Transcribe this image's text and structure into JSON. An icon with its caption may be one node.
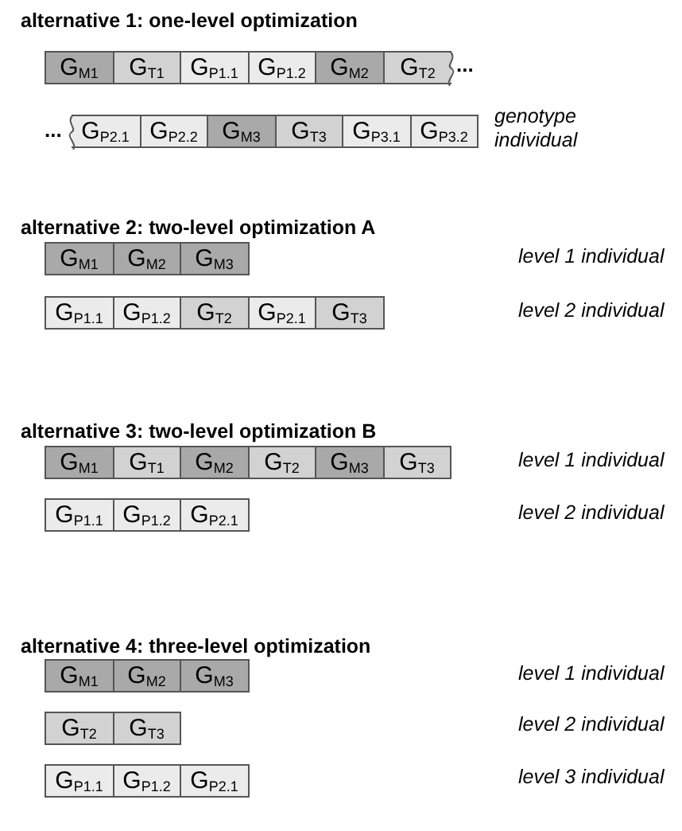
{
  "diagram": {
    "nodes": [
      {
        "text": [
          "G$_{M1}$"
        ]
      },
      {
        "text": [
          "G$_{T1}$"
        ]
      },
      {
        "text": [
          "G$_{P1.1}$"
        ]
      },
      {
        "text": [
          "G$_{P1.2}$"
        ]
      },
      {
        "text": [
          "G$_{M2}$"
        ]
      },
      {
        "text": [
          "G$_{T2}$"
        ]
      },
      {
        "text": [
          "G$_{P2.1}$"
        ]
      },
      {
        "text": [
          "G$_{P2.2}$"
        ]
      },
      {
        "text": [
          "G$_{M3}$"
        ]
      },
      {
        "text": [
          "G$_{T3}$"
        ]
      },
      {
        "text": [
          "G$_{P3.1}$"
        ]
      },
      {
        "text": [
          "G$_{P3.2}$"
        ]
      },
      {
        "text": [
          "G$_{M1}$"
        ]
      },
      {
        "text": [
          "G$_{M2}$"
        ]
      },
      {
        "text": [
          "G$_{M3}$"
        ]
      },
      {
        "text": [
          "G$_{P1.1}$"
        ]
      },
      {
        "text": [
          "G$_{P1.2}$"
        ]
      },
      {
        "text": [
          "G$_{T2}$"
        ]
      },
      {
        "text": [
          "G$_{P2.1}$"
        ]
      },
      {
        "text": [
          "G$_{T3}$"
        ]
      },
      {
        "text": [
          "G$_{M1}$"
        ]
      },
      {
        "text": [
          "G$_{T1}$"
        ]
      },
      {
        "text": [
          "G$_{M2}$"
        ]
      },
      {
        "text": [
          "G$_{T2}$"
        ]
      },
      {
        "text": [
          "G$_{M3}$"
        ]
      },
      {
        "text": [
          "G$_{T3}$"
        ]
      },
      {
        "text": [
          "G$_{P1.1}$"
        ]
      },
      {
        "text": [
          "G$_{P1.2}$"
        ]
      },
      {
        "text": [
          "G$_{P2.1}$"
        ]
      },
      {
        "text": [
          "G$_{M1}$"
        ]
      },
      {
        "text": [
          "G$_{M2}$"
        ]
      },
      {
        "text": [
          "G$_{M3}$"
        ]
      },
      {
        "text": [
          "G$_{T2}$"
        ]
      },
      {
        "text": [
          "G$_{T3}$"
        ]
      },
      {
        "text": [
          "G$_{P1.1}$"
        ]
      },
      {
        "text": [
          "G$_{P1.2}$"
        ]
      },
      {
        "text": [
          "G$_{P2.1}$"
        ]
      }
    ],
    "labels": [
      "alternative 1: one-level optimization",
      "...",
      "...",
      "genotype individual",
      "alternative 2: two-level optimization A",
      "level 1 individual",
      "level 2 individual",
      "alternative 3: two-level optimization B",
      "level 1 individual",
      "level 2 individual",
      "alternative 4: three-level optimization",
      "level 1 individual",
      "level 2 individual",
      "level 3 individual"
    ]
  }
}
